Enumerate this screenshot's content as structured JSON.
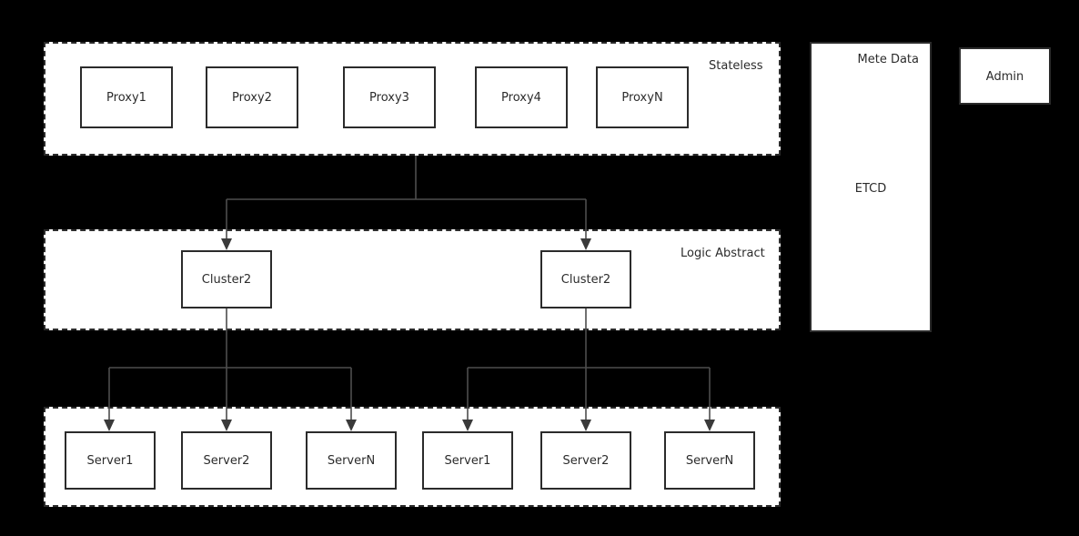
{
  "diagram": {
    "background": "#000000",
    "box_fill": "#ffffff",
    "stroke": "#2b2b2b",
    "edge_color": "#4d4d4d",
    "zones": [
      {
        "id": "stateless",
        "label": "Stateless",
        "nodes": [
          {
            "label": "Proxy1"
          },
          {
            "label": "Proxy2"
          },
          {
            "label": "Proxy3"
          },
          {
            "label": "Proxy4"
          },
          {
            "label": "ProxyN"
          }
        ]
      },
      {
        "id": "logic-abstract",
        "label": "Logic Abstract",
        "nodes": [
          {
            "label": "Cluster2"
          },
          {
            "label": "Cluster2"
          }
        ]
      },
      {
        "id": "servers",
        "label": "",
        "nodes": [
          {
            "label": "Server1"
          },
          {
            "label": "Server2"
          },
          {
            "label": "ServerN"
          },
          {
            "label": "Server1"
          },
          {
            "label": "Server2"
          },
          {
            "label": "ServerN"
          }
        ]
      }
    ],
    "panels": [
      {
        "id": "mete-data",
        "title": "Mete Data",
        "body": "ETCD"
      },
      {
        "id": "admin",
        "title": "Admin"
      }
    ]
  }
}
